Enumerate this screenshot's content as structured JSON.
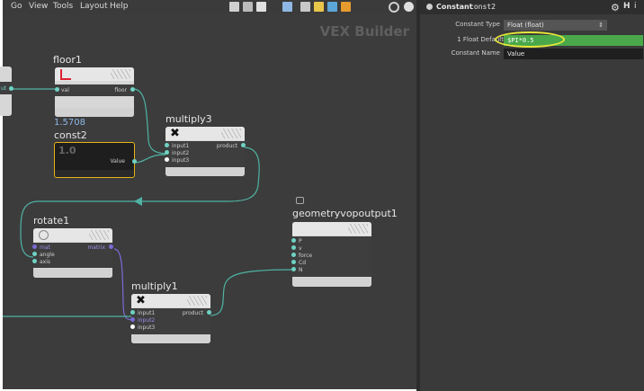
{
  "menu": {
    "items": [
      "Go",
      "View",
      "Tools",
      "Layout",
      "Help"
    ]
  },
  "network": {
    "title": "VEX Builder",
    "nodes": {
      "floor1": {
        "name": "floor1",
        "inputs": [
          "val"
        ],
        "outputs": [
          "floor"
        ]
      },
      "const2": {
        "name": "const2",
        "value_display": "1.5708",
        "icon_text": "1.0",
        "outputs": [
          "Value"
        ]
      },
      "multiply3": {
        "name": "multiply3",
        "inputs": [
          "input1",
          "input2",
          "input3"
        ],
        "outputs": [
          "product"
        ]
      },
      "rotate1": {
        "name": "rotate1",
        "inputs": [
          "mat",
          "angle",
          "axis"
        ],
        "outputs": [
          "matrix"
        ]
      },
      "multiply1": {
        "name": "multiply1",
        "inputs": [
          "input1",
          "input2",
          "input3"
        ],
        "outputs": [
          "product"
        ]
      },
      "geometryvopoutput1": {
        "name": "geometryvopoutput1",
        "inputs": [
          "P",
          "v",
          "force",
          "Cd",
          "N"
        ]
      }
    },
    "left_stub_output": "ut"
  },
  "panel": {
    "node_type": "Constant",
    "node_name": "const2",
    "constant_type_label": "Constant Type",
    "constant_type_value": "Float (float)",
    "float_default_label": "1 Float Default",
    "float_default_value": "$PI*0.5",
    "constant_name_label": "Constant Name",
    "constant_name_value": "Value"
  },
  "colors": {
    "canvas": "#3c3c3c",
    "wire_teal": "#4fb2a3",
    "wire_purple": "#7b6bd6",
    "highlight_green": "#4aa84a",
    "annotation_yellow": "#e8e83a",
    "const_border": "#e7b416"
  }
}
